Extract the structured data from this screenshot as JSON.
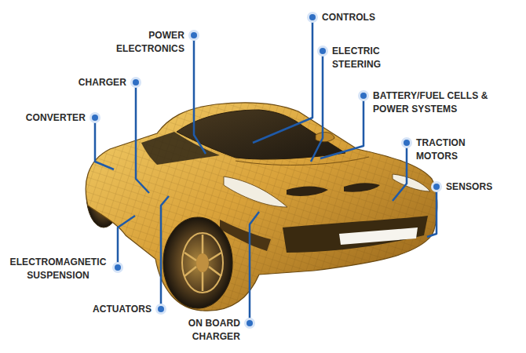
{
  "diagram": {
    "labels": [
      "CONTROLS",
      "POWER ELECTRONICS",
      "ELECTRIC STEERING",
      "CHARGER",
      "BATTERY/FUEL CELLS & POWER SYSTEMS",
      "CONVERTER",
      "TRACTION MOTORS",
      "SENSORS",
      "ELECTROMAGNETIC SUSPENSION",
      "ACTUATORS",
      "ON BOARD CHARGER"
    ]
  }
}
